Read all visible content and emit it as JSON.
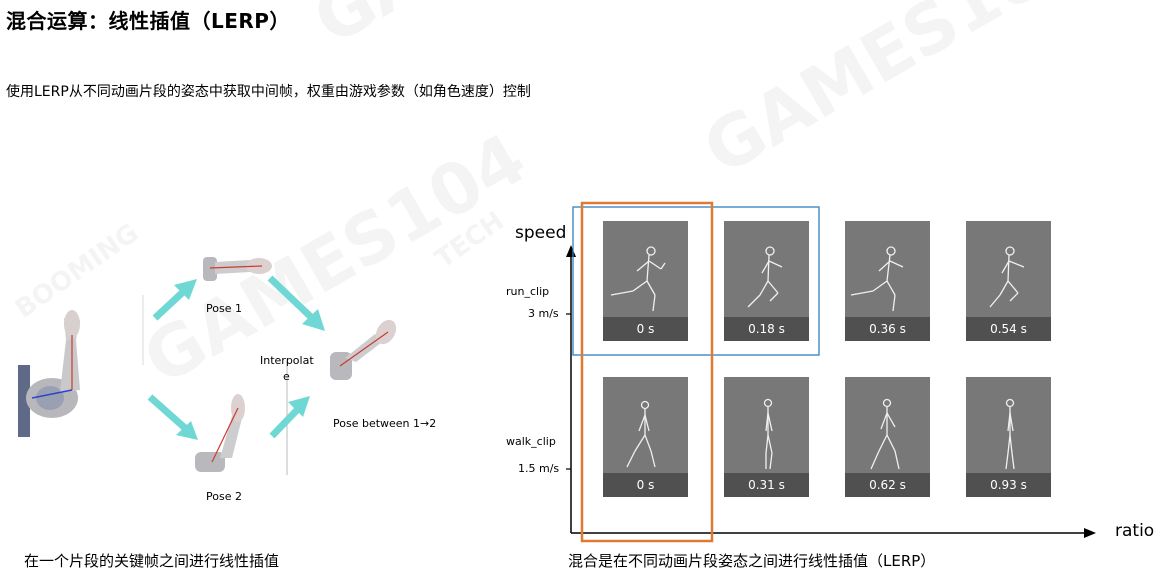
{
  "slide": {
    "title": "混合运算：线性插值（LERP）",
    "subtitle": "使用LERP从不同动画片段的姿态中获取中间帧，权重由游戏参数（如角色速度）控制",
    "caption_left": "在一个片段的关键帧之间进行线性插值",
    "caption_right": "混合是在不同动画片段姿态之间进行线性插值（LERP）"
  },
  "watermark": {
    "games": "GAMES104",
    "booming": "BOOMING",
    "tech": "TECH"
  },
  "left_diagram": {
    "pose1": "Pose 1",
    "pose2": "Pose 2",
    "interpolate_line1": "Interpolat",
    "interpolate_line2": "e",
    "result": "Pose between 1→2",
    "arrow_color": "#6fd8d4",
    "bone_color": "#cc3b2c"
  },
  "right_diagram": {
    "y_axis": "speed",
    "x_axis": "ratio",
    "rows": [
      {
        "clip": "run_clip",
        "speed": "3 m/s",
        "times": [
          "0 s",
          "0.18 s",
          "0.36 s",
          "0.54 s"
        ]
      },
      {
        "clip": "walk_clip",
        "speed": "1.5 m/s",
        "times": [
          "0 s",
          "0.31 s",
          "0.62 s",
          "0.93 s"
        ]
      }
    ],
    "orange_box_color": "#e07a32",
    "blue_box_color": "#2f7fc1"
  }
}
